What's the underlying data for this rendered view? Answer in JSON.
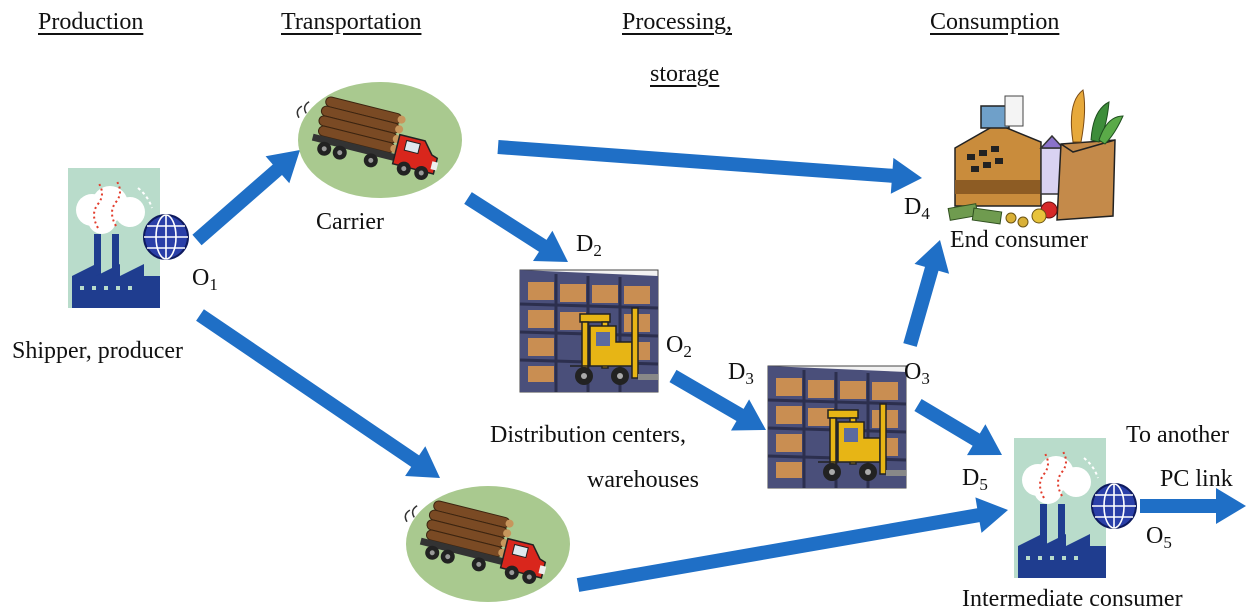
{
  "headers": {
    "production": "Production",
    "transportation": "Transportation",
    "processing_line1": "Processing,",
    "processing_line2": "storage",
    "consumption": "Consumption"
  },
  "labels": {
    "shipper": "Shipper, producer",
    "carrier": "Carrier",
    "distribution_line1": "Distribution centers,",
    "distribution_line2": "warehouses",
    "end_consumer": "End consumer",
    "intermediate_consumer": "Intermediate consumer",
    "another_link_line1": "To another",
    "another_link_line2": "PC link"
  },
  "nodes": {
    "o1": {
      "letter": "O",
      "sub": "1"
    },
    "o2": {
      "letter": "O",
      "sub": "2"
    },
    "o3": {
      "letter": "O",
      "sub": "3"
    },
    "o5": {
      "letter": "O",
      "sub": "5"
    },
    "d2": {
      "letter": "D",
      "sub": "2"
    },
    "d3": {
      "letter": "D",
      "sub": "3"
    },
    "d4": {
      "letter": "D",
      "sub": "4"
    },
    "d5": {
      "letter": "D",
      "sub": "5"
    }
  },
  "colors": {
    "arrow": "#1f6fc6",
    "ellipse": "#a9c98f",
    "truck": "#d9261c",
    "logs": "#7a4a24",
    "warehouse": "#4a4f7a",
    "forklift": "#e7b515",
    "factory_bg": "#b9dccb",
    "factory": "#1f3d8f",
    "globe": "#2a3fa8"
  }
}
